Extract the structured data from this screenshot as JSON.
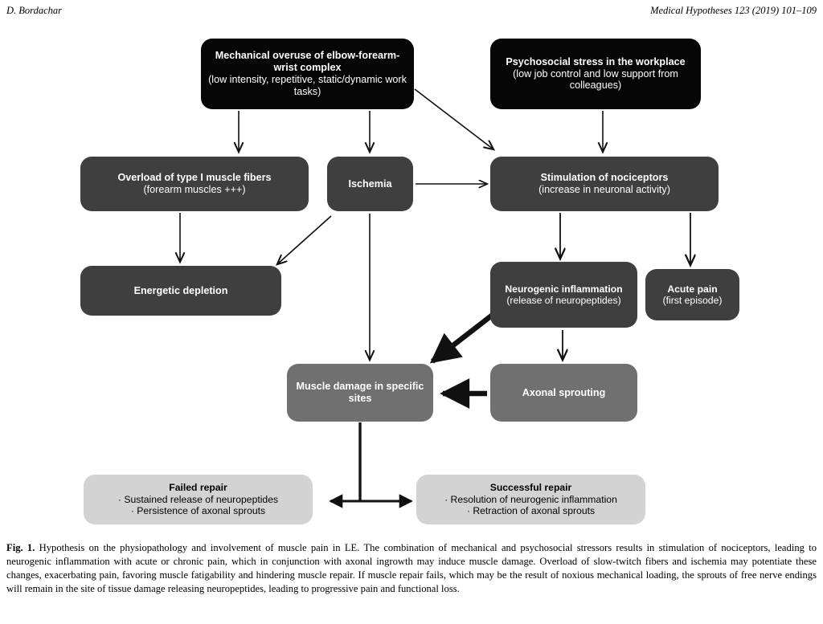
{
  "running_head": {
    "author": "D. Bordachar",
    "journal_ref": "Medical Hypotheses 123 (2019) 101–109"
  },
  "figure": {
    "nodes": {
      "mechanical": {
        "title": "Mechanical overuse of elbow-forearm-wrist complex",
        "subtitle": "(low intensity, repetitive, static/dynamic work tasks)",
        "color": "#060606"
      },
      "psychosocial": {
        "title": "Psychosocial stress in the workplace",
        "subtitle": "(low job control and low support from colleagues)",
        "color": "#060606"
      },
      "overload": {
        "title": "Overload of type I muscle fibers",
        "subtitle": "(forearm muscles +++)",
        "color": "#3f3f3f"
      },
      "ischemia": {
        "title": "Ischemia",
        "subtitle": "",
        "color": "#3f3f3f"
      },
      "stimulation": {
        "title": "Stimulation of nociceptors",
        "subtitle": "(increase in neuronal activity)",
        "color": "#3f3f3f"
      },
      "energetic": {
        "title": "Energetic depletion",
        "subtitle": "",
        "color": "#3f3f3f"
      },
      "neurogenic": {
        "title": "Neurogenic inflammation",
        "subtitle": "(release of neuropeptides)",
        "color": "#3f3f3f"
      },
      "acutepain": {
        "title": "Acute pain",
        "subtitle": "(first episode)",
        "color": "#3f3f3f"
      },
      "muscledamage": {
        "title": "Muscle damage in specific sites",
        "subtitle": "",
        "color": "#707070"
      },
      "axonal": {
        "title": "Axonal sprouting",
        "subtitle": "",
        "color": "#707070"
      },
      "failed": {
        "title": "Failed repair",
        "subtitle": "· Sustained release of neuropeptides\n· Persistence of axonal sprouts",
        "line1": "· Sustained release of neuropeptides",
        "line2": "· Persistence of axonal sprouts",
        "color": "#d3d3d3"
      },
      "successful": {
        "title": "Successful repair",
        "subtitle": "· Resolution of neurogenic inflammation\n· Retraction of axonal sprouts",
        "line1": "· Resolution of neurogenic inflammation",
        "line2": "· Retraction of axonal sprouts",
        "color": "#d3d3d3"
      }
    },
    "edges": [
      {
        "name": "mechanical-to-overload",
        "from": "mechanical",
        "to": "overload",
        "style": "thin-vertical"
      },
      {
        "name": "mechanical-to-ischemia",
        "from": "mechanical",
        "to": "ischemia",
        "style": "thin-vertical"
      },
      {
        "name": "mechanical-to-stimulation",
        "from": "mechanical",
        "to": "stimulation",
        "style": "thin-diagonal"
      },
      {
        "name": "psychosocial-to-stimulation",
        "from": "psychosocial",
        "to": "stimulation",
        "style": "thin-vertical"
      },
      {
        "name": "overload-to-energetic",
        "from": "overload",
        "to": "energetic",
        "style": "thin-vertical"
      },
      {
        "name": "ischemia-to-energetic",
        "from": "ischemia",
        "to": "energetic",
        "style": "thin-diagonal"
      },
      {
        "name": "ischemia-to-stimulation",
        "from": "ischemia",
        "to": "stimulation",
        "style": "thin-horizontal"
      },
      {
        "name": "ischemia-to-muscledamage",
        "from": "ischemia",
        "to": "muscledamage",
        "style": "thin-vertical"
      },
      {
        "name": "stimulation-to-neurogenic",
        "from": "stimulation",
        "to": "neurogenic",
        "style": "thin-vertical"
      },
      {
        "name": "stimulation-to-acutepain",
        "from": "stimulation",
        "to": "acutepain",
        "style": "thin-vertical"
      },
      {
        "name": "neurogenic-to-axonal",
        "from": "neurogenic",
        "to": "axonal",
        "style": "thin-vertical"
      },
      {
        "name": "neurogenic-to-muscledamage",
        "from": "neurogenic",
        "to": "muscledamage",
        "style": "thick-diagonal"
      },
      {
        "name": "axonal-to-muscledamage",
        "from": "axonal",
        "to": "muscledamage",
        "style": "thick-horizontal"
      },
      {
        "name": "muscledamage-to-failed",
        "from": "muscledamage",
        "to": "failed",
        "style": "thick-branch-left"
      },
      {
        "name": "muscledamage-to-successful",
        "from": "muscledamage",
        "to": "successful",
        "style": "thick-branch-right"
      }
    ]
  },
  "caption": {
    "label": "Fig. 1.",
    "text": " Hypothesis on the physiopathology and involvement of muscle pain in LE. The combination of mechanical and psychosocial stressors results in stimulation of nociceptors, leading to neurogenic inflammation with acute or chronic pain, which in conjunction with axonal ingrowth may induce muscle damage. Overload of slow-twitch fibers and ischemia may potentiate these changes, exacerbating pain, favoring muscle fatigability and hindering muscle repair. If muscle repair fails, which may be the result of noxious mechanical loading, the sprouts of free nerve endings will remain in the site of tissue damage releasing neuropeptides, leading to progressive pain and functional loss."
  }
}
